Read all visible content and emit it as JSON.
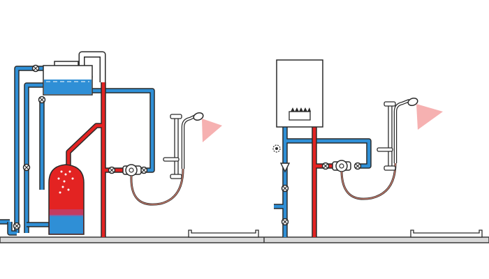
{
  "colors": {
    "background": "#ffffff",
    "floor": "#d9d9d9",
    "floor_line": "#3a3a3a",
    "cold_water": "#2f8fd6",
    "hot_water": "#e32322",
    "outline": "#2a2a2a",
    "valve_fill": "#ffffff",
    "shower_spray": "#f4a3a3",
    "boiler_body": "#ffffff",
    "burner_flame": "#2a2a2a",
    "hose": "#c77b6b"
  },
  "left_system": {
    "name": "vented-cylinder-system",
    "components": [
      "cold-water-storage-tank",
      "float-valve",
      "vent-pipe",
      "hot-water-cylinder",
      "mixer-valve",
      "shower-riser-rail",
      "shower-head",
      "shower-tray"
    ],
    "icons": [
      "valve-icon",
      "shower-head-icon",
      "mixer-valve-icon"
    ]
  },
  "right_system": {
    "name": "combi-boiler-system",
    "components": [
      "combi-boiler",
      "burner",
      "cold-mains-inlet",
      "check-valve",
      "filling-loop",
      "mixer-valve",
      "shower-riser-rail",
      "shower-head",
      "shower-tray"
    ],
    "icons": [
      "valve-icon",
      "shower-head-icon",
      "mixer-valve-icon",
      "check-valve-icon"
    ]
  }
}
